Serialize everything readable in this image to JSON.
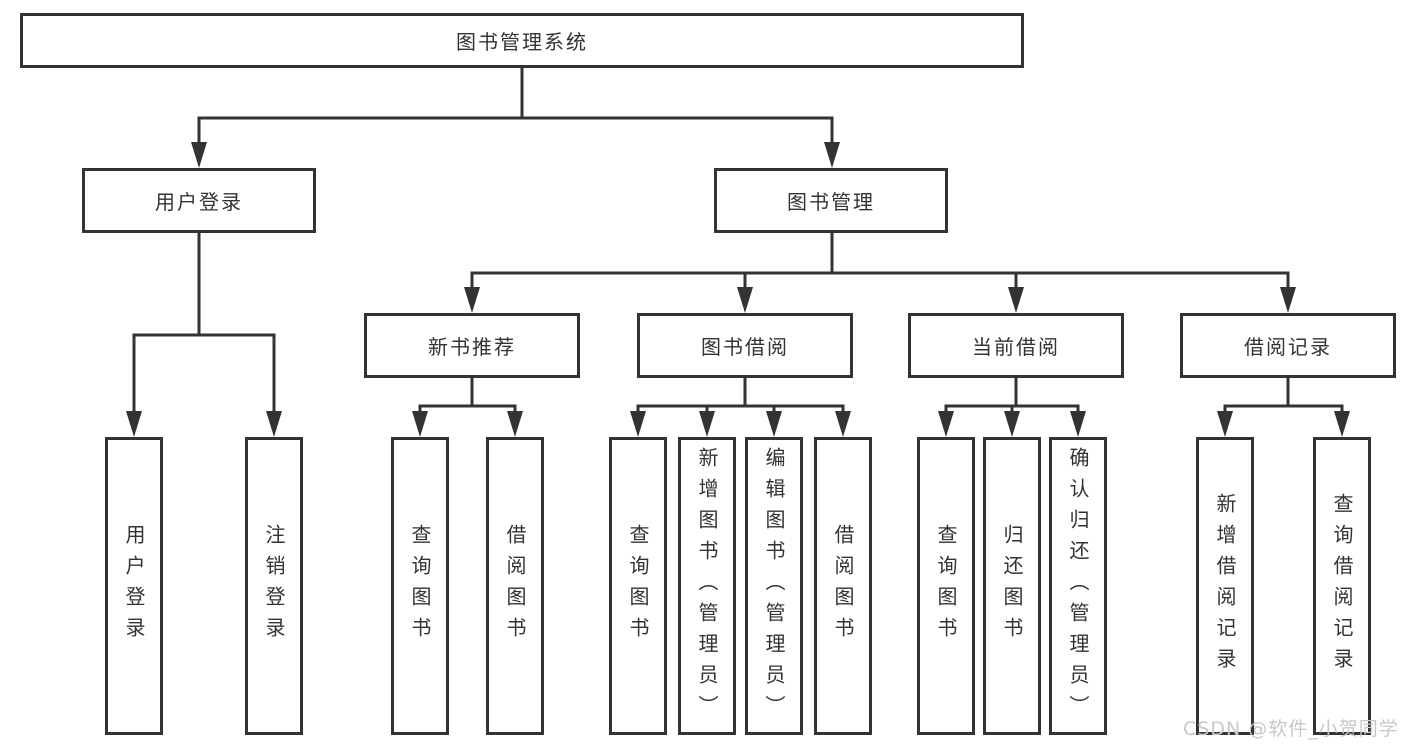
{
  "diagram": {
    "root": {
      "label": "图书管理系统"
    },
    "level2": [
      {
        "label": "用户登录"
      },
      {
        "label": "图书管理"
      }
    ],
    "level3": [
      {
        "label": "新书推荐"
      },
      {
        "label": "图书借阅"
      },
      {
        "label": "当前借阅"
      },
      {
        "label": "借阅记录"
      }
    ],
    "leaves": [
      {
        "label": "用户登录"
      },
      {
        "label": "注销登录"
      },
      {
        "label": "查询图书"
      },
      {
        "label": "借阅图书"
      },
      {
        "label": "查询图书"
      },
      {
        "label": "新增图书（管理员）"
      },
      {
        "label": "编辑图书（管理员）"
      },
      {
        "label": "借阅图书"
      },
      {
        "label": "查询图书"
      },
      {
        "label": "归还图书"
      },
      {
        "label": "确认归还（管理员）"
      },
      {
        "label": "新增借阅记录"
      },
      {
        "label": "查询借阅记录"
      }
    ]
  },
  "watermark": {
    "text": "CSDN @软件_小贺同学"
  },
  "colors": {
    "line": "#333333",
    "text": "#333333",
    "watermark": "#c8c8c8",
    "background": "#ffffff"
  }
}
